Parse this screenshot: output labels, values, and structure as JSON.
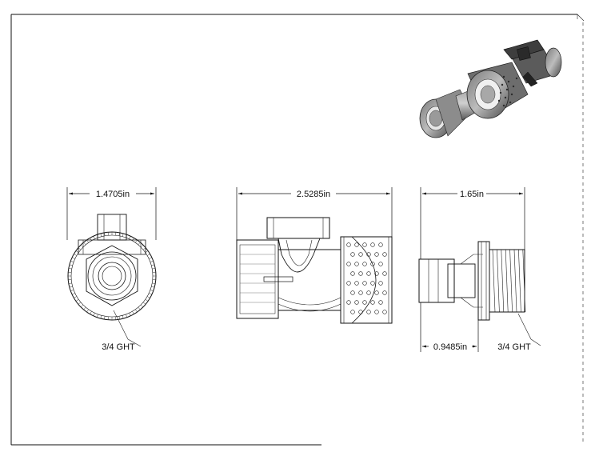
{
  "dimensions": {
    "left_width": "1.4705in",
    "middle_width": "2.5285in",
    "right_width": "1.65in",
    "right_sub_length": "0.9485in"
  },
  "callouts": {
    "left_thread": "3/4 GHT",
    "right_thread": "3/4 GHT"
  }
}
